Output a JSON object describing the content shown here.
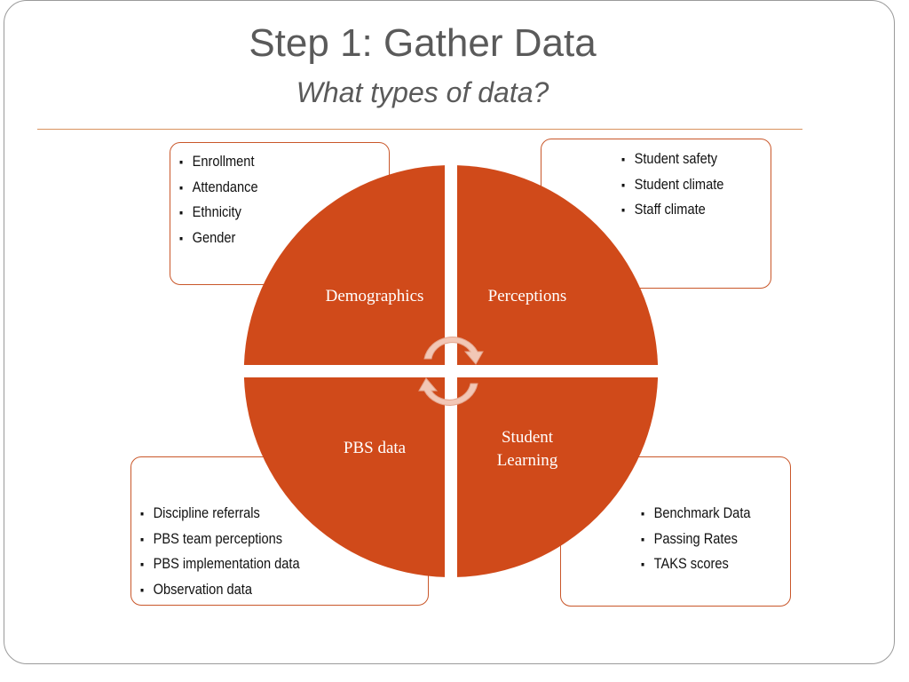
{
  "slide": {
    "title": "Step 1: Gather Data",
    "subtitle": "What types of data?"
  },
  "quadrants": {
    "demographics": {
      "label": "Demographics",
      "items": [
        "Enrollment",
        "Attendance",
        "Ethnicity",
        "Gender"
      ]
    },
    "perceptions": {
      "label": "Perceptions",
      "items": [
        "Student safety",
        "Student climate",
        "Staff climate"
      ]
    },
    "pbs": {
      "label": "PBS data",
      "items": [
        "Discipline referrals",
        "PBS team perceptions",
        "PBS implementation data",
        "Observation data"
      ]
    },
    "learning": {
      "label_line1": "Student",
      "label_line2": "Learning",
      "items": [
        "Benchmark Data",
        "Passing Rates",
        "TAKS scores"
      ]
    }
  },
  "colors": {
    "quadrant_fill": "#d04a1a",
    "box_border": "#c9572a",
    "arrow_fill": "#f2c7b6",
    "title_text": "#5a5a5a"
  },
  "icons": {
    "center": "cycle-arrows-icon"
  }
}
